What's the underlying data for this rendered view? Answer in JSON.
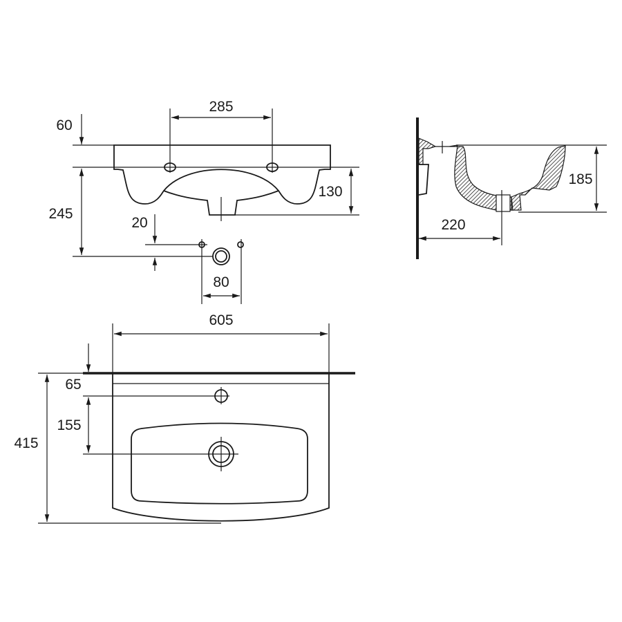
{
  "front_view": {
    "dim_top_thickness": "60",
    "dim_tap_spacing": "285",
    "dim_height": "245",
    "dim_depth": "130",
    "dim_offset": "20",
    "dim_hole_spacing": "80"
  },
  "side_view": {
    "dim_height": "185",
    "dim_wall_to_drain": "220"
  },
  "top_view": {
    "dim_width": "605",
    "dim_tap_hole": "65",
    "dim_drain": "155",
    "dim_depth": "415"
  },
  "colors": {
    "line": "#1a1a1a",
    "background": "#ffffff"
  }
}
